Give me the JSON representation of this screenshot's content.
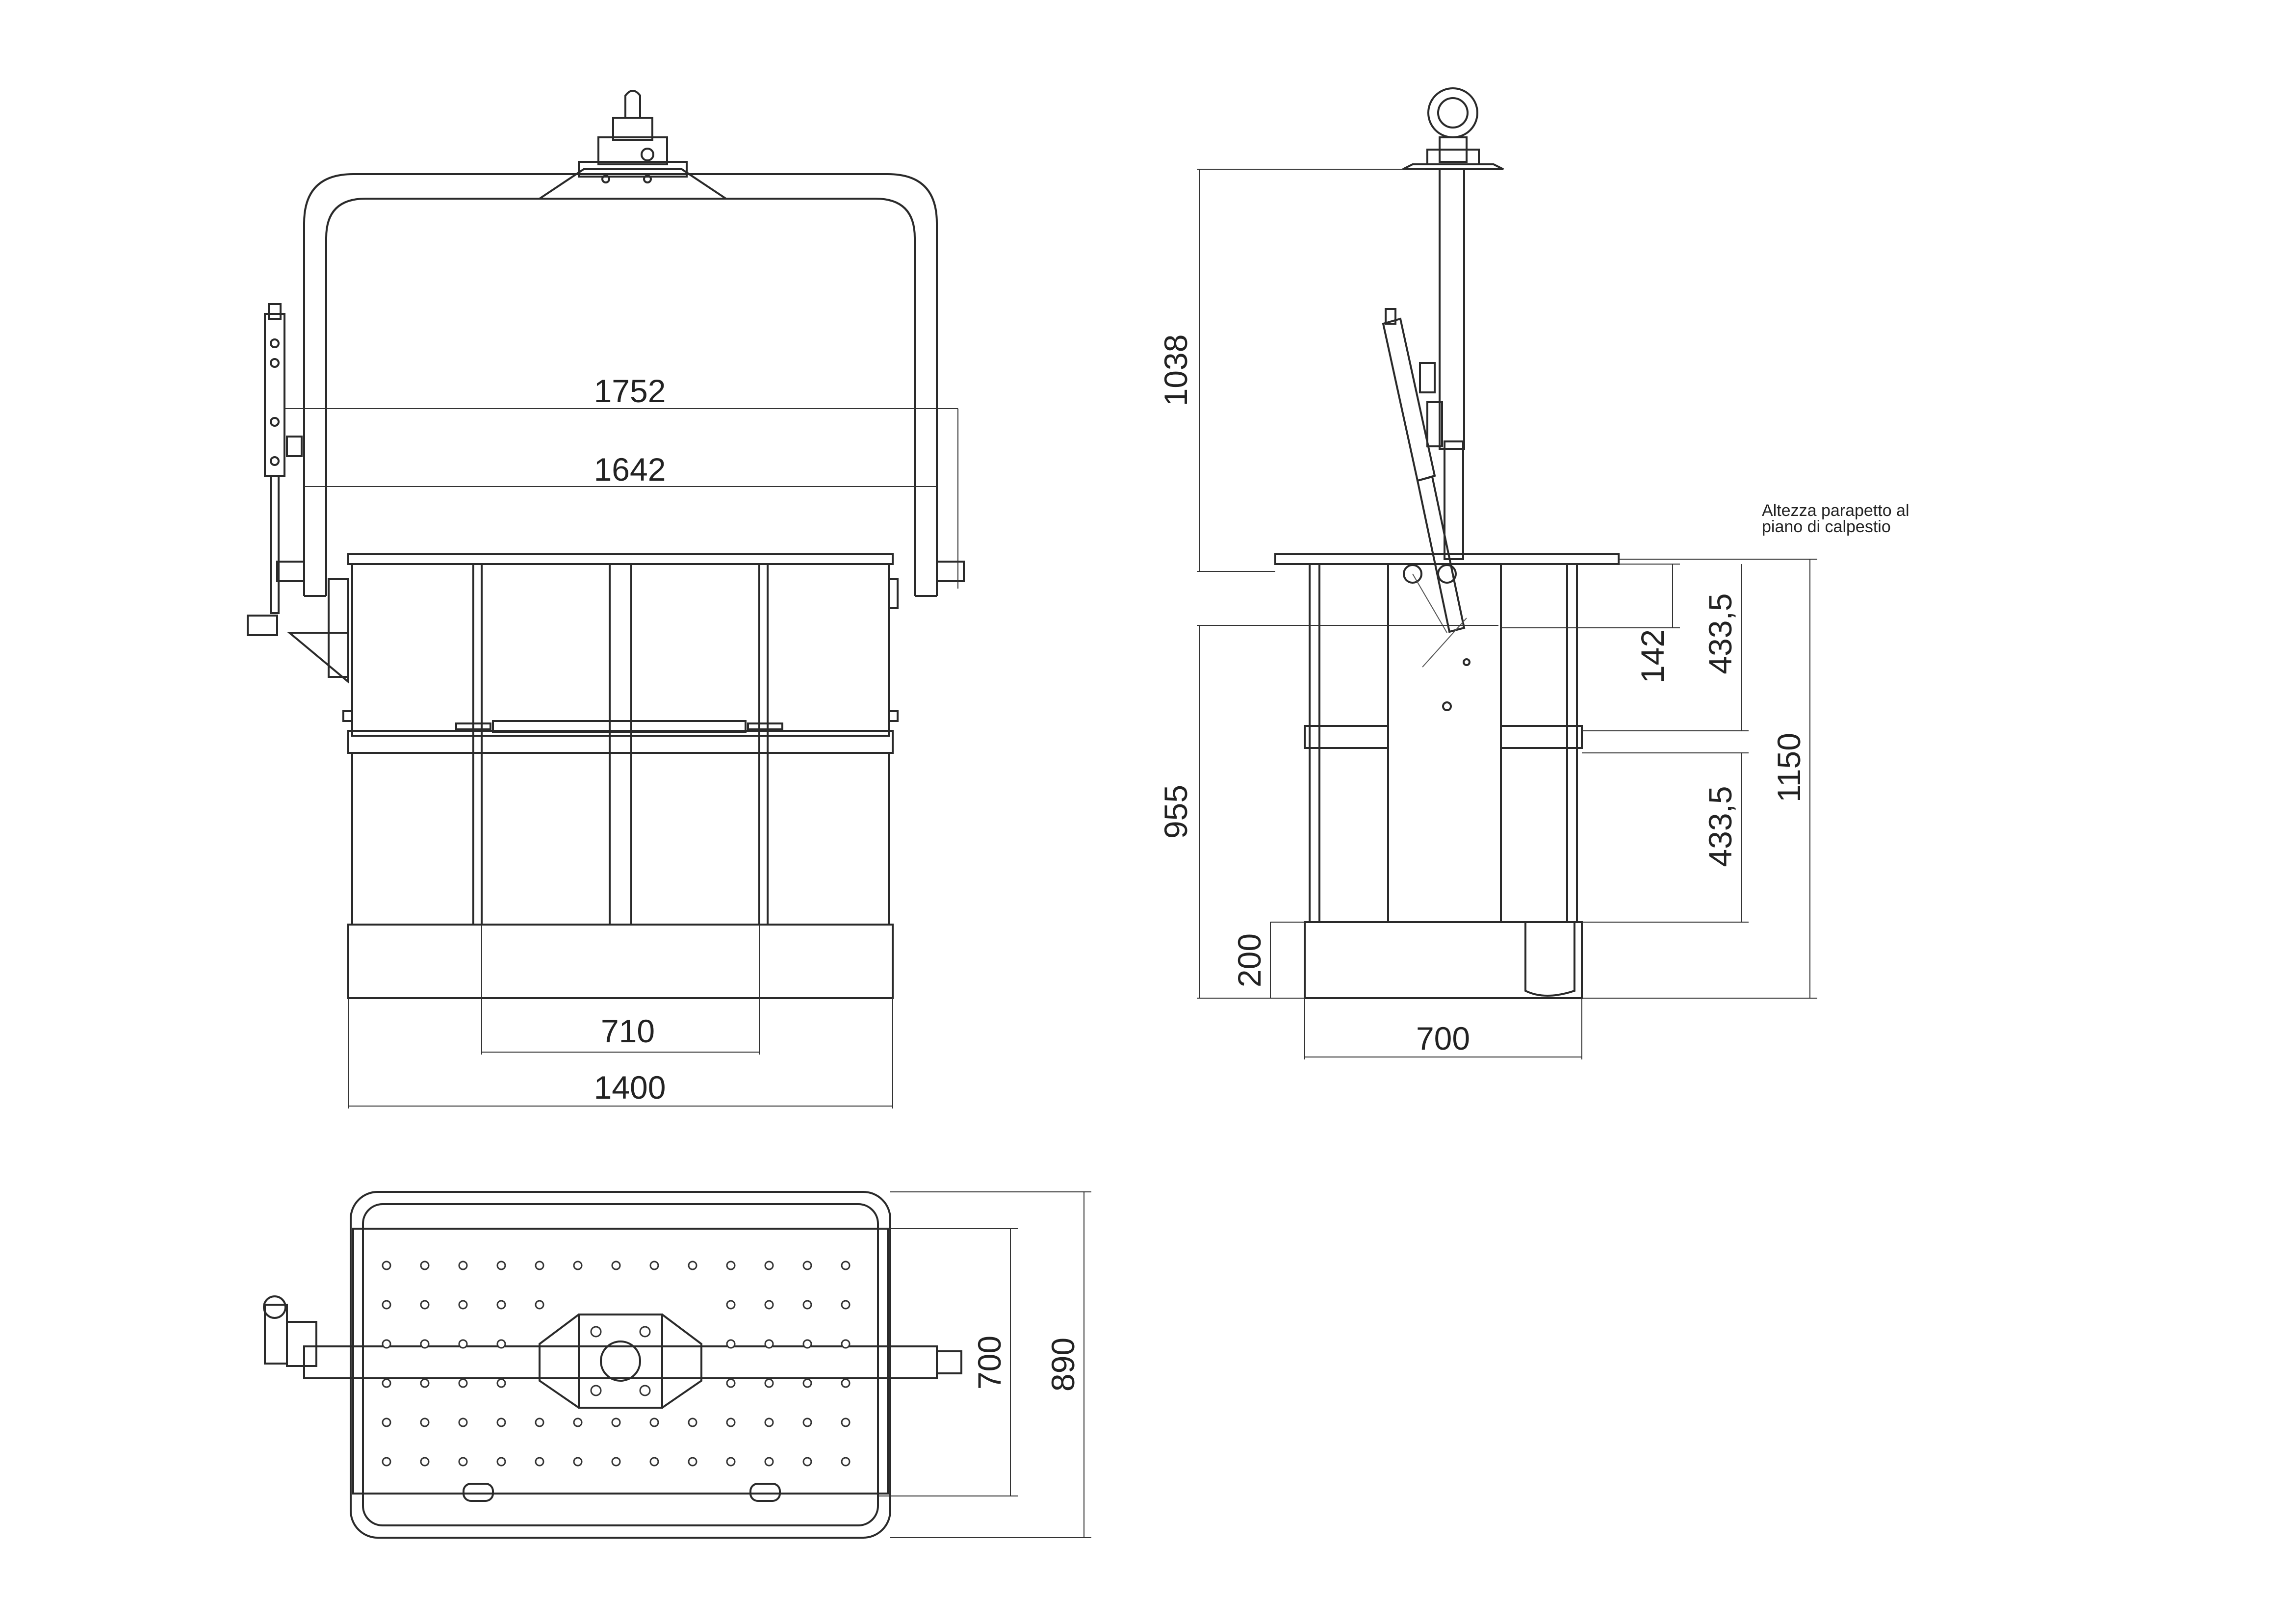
{
  "dimensions": {
    "front_view": {
      "width_overall": "1752",
      "width_handle": "1642",
      "width_gate": "710",
      "width_base": "1400"
    },
    "side_view": {
      "height_hook": "1038",
      "height_lower": "955",
      "height_base": "200",
      "width_base": "700",
      "height_latch": "142",
      "height_guard_upper": "433,5",
      "height_guard_lower": "433,5",
      "height_total": "1150"
    },
    "top_view": {
      "depth_floor": "700",
      "depth_overall": "890"
    }
  },
  "note": {
    "line1": "Altezza parapetto al",
    "line2": "piano di calpestio"
  }
}
